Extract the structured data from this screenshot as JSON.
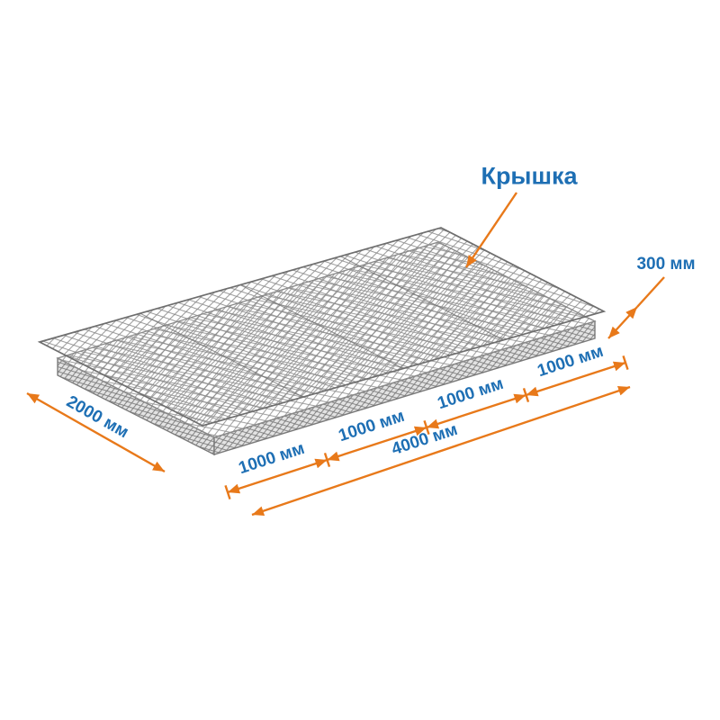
{
  "diagram": {
    "type": "gabion-mattress-dimension-drawing",
    "labels": {
      "cover": "Крышка"
    },
    "dimensions": {
      "height": "300 мм",
      "width": "2000 мм",
      "segments": [
        "1000 мм",
        "1000 мм",
        "1000 мм",
        "1000 мм"
      ],
      "total_length": "4000 мм"
    },
    "colors": {
      "dimension_line": "#E8791A",
      "dimension_text": "#1E6FB4",
      "mesh_wire": "#8A8A8A",
      "background": "#FFFFFF"
    }
  }
}
